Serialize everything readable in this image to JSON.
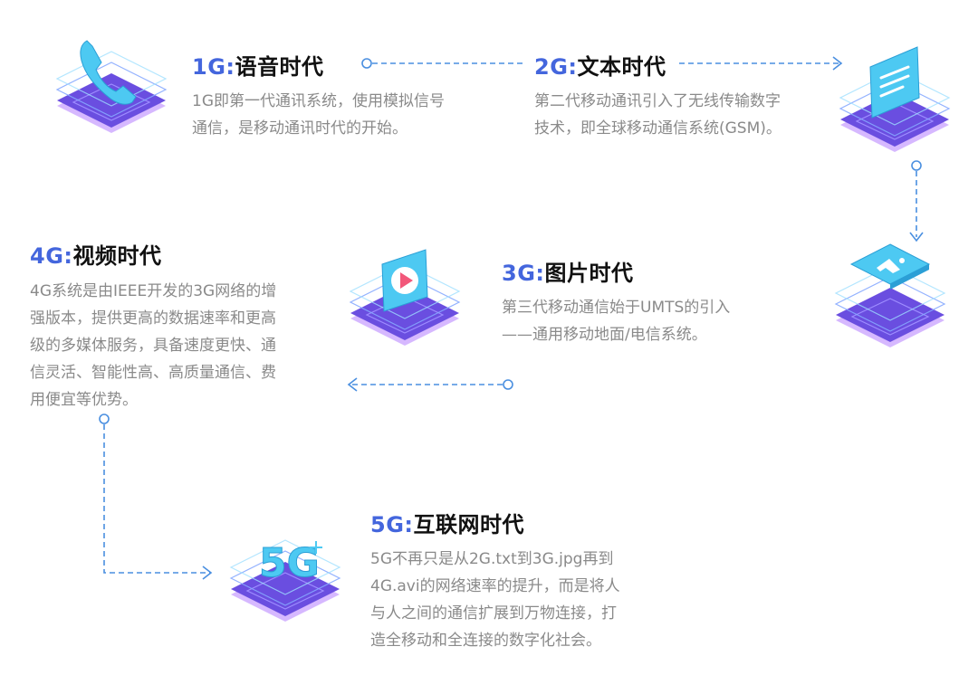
{
  "stages": [
    {
      "gen": "1G:",
      "name": "语音时代",
      "desc": "1G即第一代通讯系统，使用模拟信号\n通信，是移动通讯时代的开始。",
      "icon": "phone-icon"
    },
    {
      "gen": "2G:",
      "name": "文本时代",
      "desc": "第二代移动通讯引入了无线传输数字\n技术，即全球移动通信系统(GSM)。",
      "icon": "text-document-icon"
    },
    {
      "gen": "3G:",
      "name": "图片时代",
      "desc": "第三代移动通信始于UMTS的引入\n——通用移动地面/电信系统。",
      "icon": "image-icon"
    },
    {
      "gen": "4G:",
      "name": "视频时代",
      "desc": "4G系统是由IEEE开发的3G网络的增\n强版本，提供更高的数据速率和更高\n级的多媒体服务，具备速度更快、通\n信灵活、智能性高、高质量通信、费\n用便宜等优势。",
      "icon": "video-play-icon"
    },
    {
      "gen": "5G:",
      "name": "互联网时代",
      "desc": "5G不再只是从2G.txt到3G.jpg再到\n4G.avi的网络速率的提升，而是将人\n与人之间的通信扩展到万物连接，打\n造全移动和全连接的数字化社会。",
      "icon": "5g-icon",
      "icon_text": "5G"
    }
  ],
  "colors": {
    "generation": "#4466dd",
    "title": "#111111",
    "description": "#8a8a8a",
    "connector": "#4a8fe0",
    "platform_top": "#6a4ee0",
    "platform_edge": "#b78cff",
    "icon_cyan": "#4dc9f2"
  }
}
